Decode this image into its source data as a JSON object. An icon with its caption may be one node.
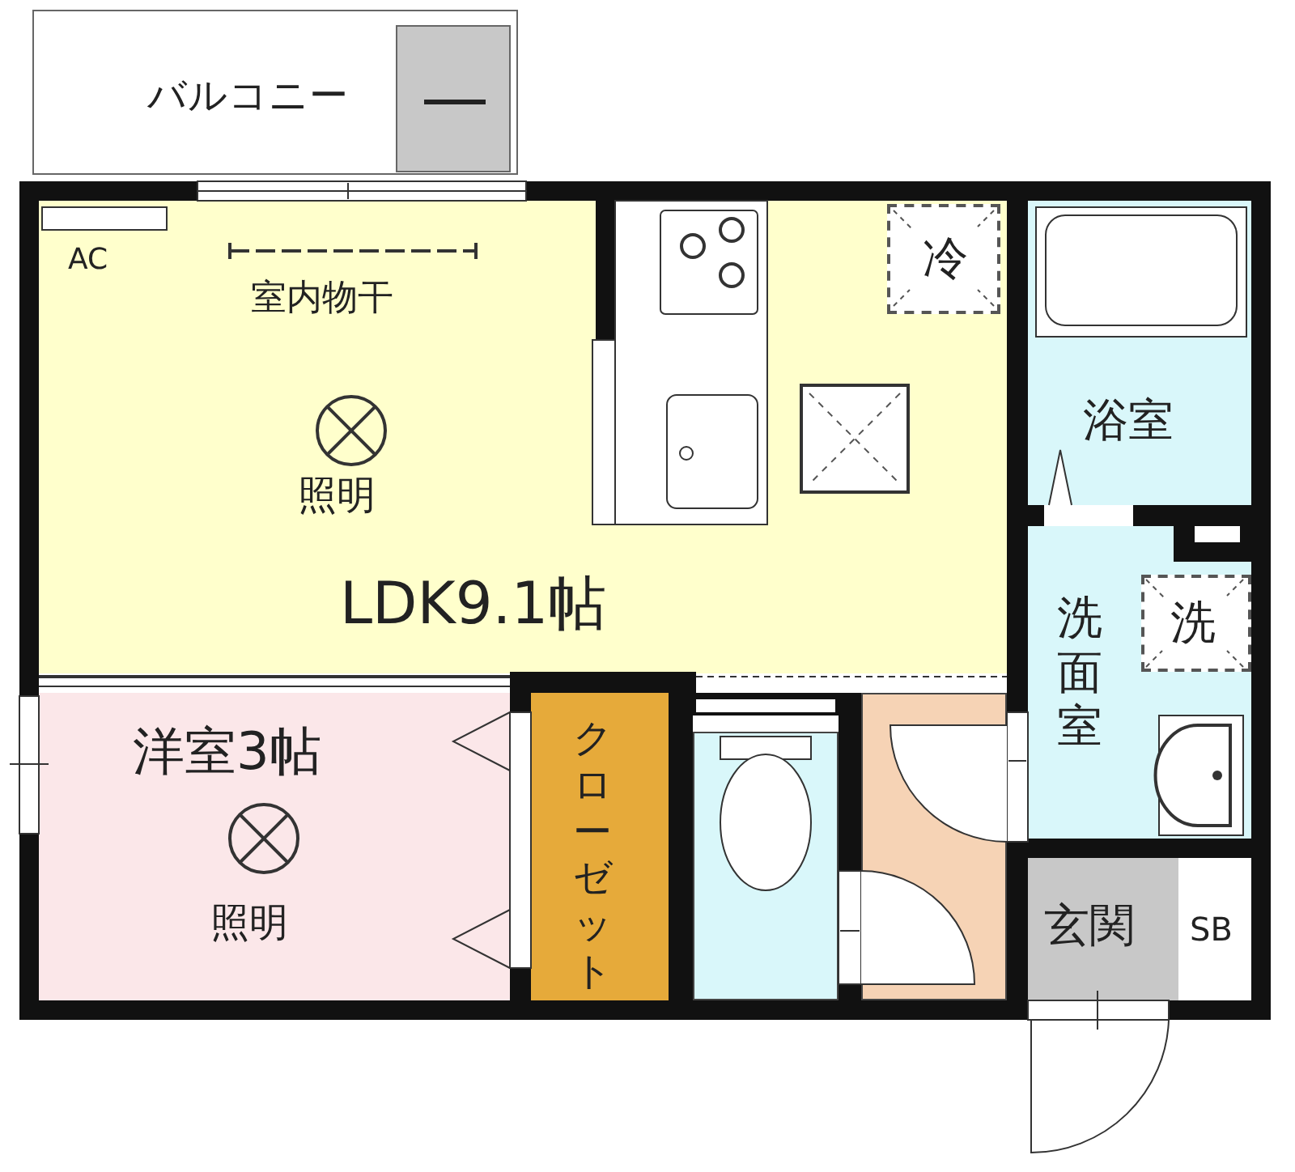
{
  "diagram": {
    "nodes": [
      {
        "text": [
          "バルコニー"
        ]
      },
      {
        "text": [
          "LDK9.1帖"
        ]
      },
      {
        "text": [
          "冷"
        ],
        "in": 1
      },
      {
        "text": [
          "浴室"
        ]
      },
      {
        "text": [
          "洗面室"
        ]
      },
      {
        "text": [
          "洗"
        ],
        "in": 4
      },
      {
        "text": [
          "洋室3帖"
        ]
      },
      {
        "text": [
          "クローゼット"
        ]
      },
      {
        "text": [],
        "shape": "box"
      },
      {
        "text": [],
        "shape": "box"
      },
      {
        "text": [
          "玄関"
        ]
      },
      {
        "text": [
          "SB"
        ]
      }
    ],
    "labels": [
      "AC",
      "室内物干",
      "照明",
      "照明"
    ]
  }
}
